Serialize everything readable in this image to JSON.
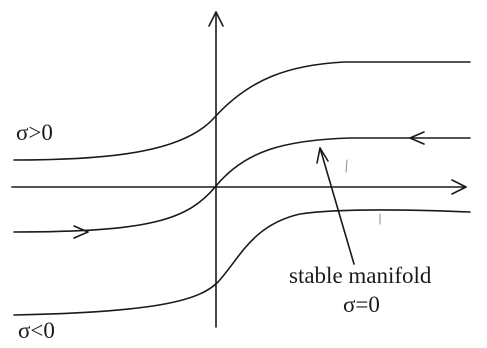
{
  "labels": {
    "sigma_positive": "σ>0",
    "sigma_negative": "σ<0",
    "stable_manifold": "stable manifold",
    "sigma_zero": "σ=0"
  },
  "colors": {
    "ink": "#1a1a1a",
    "background": "#ffffff"
  }
}
